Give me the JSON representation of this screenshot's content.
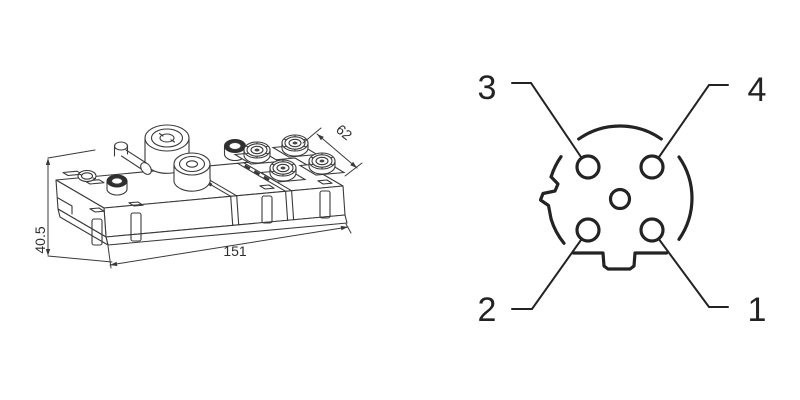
{
  "title": "Technical drawing: device isometric view with dimensions and M12 connector pinout",
  "colors": {
    "line": "#2b2b2b",
    "background": "#ffffff"
  },
  "device_drawing": {
    "dimensions": {
      "height_mm": "40.5",
      "length_mm": "151",
      "width_mm": "62"
    }
  },
  "pinout": {
    "pins": [
      {
        "number": "1",
        "position": "bottom-right"
      },
      {
        "number": "2",
        "position": "bottom-left"
      },
      {
        "number": "3",
        "position": "top-left"
      },
      {
        "number": "4",
        "position": "top-right"
      }
    ]
  }
}
